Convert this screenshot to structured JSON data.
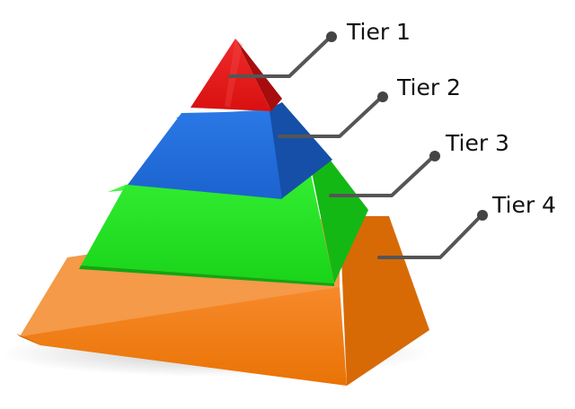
{
  "diagram": {
    "tiers": [
      {
        "label": "Tier 1",
        "color": "#e8161e"
      },
      {
        "label": "Tier 2",
        "color": "#1f6ddc"
      },
      {
        "label": "Tier 3",
        "color": "#22e622"
      },
      {
        "label": "Tier 4",
        "color": "#f5820c"
      }
    ]
  }
}
